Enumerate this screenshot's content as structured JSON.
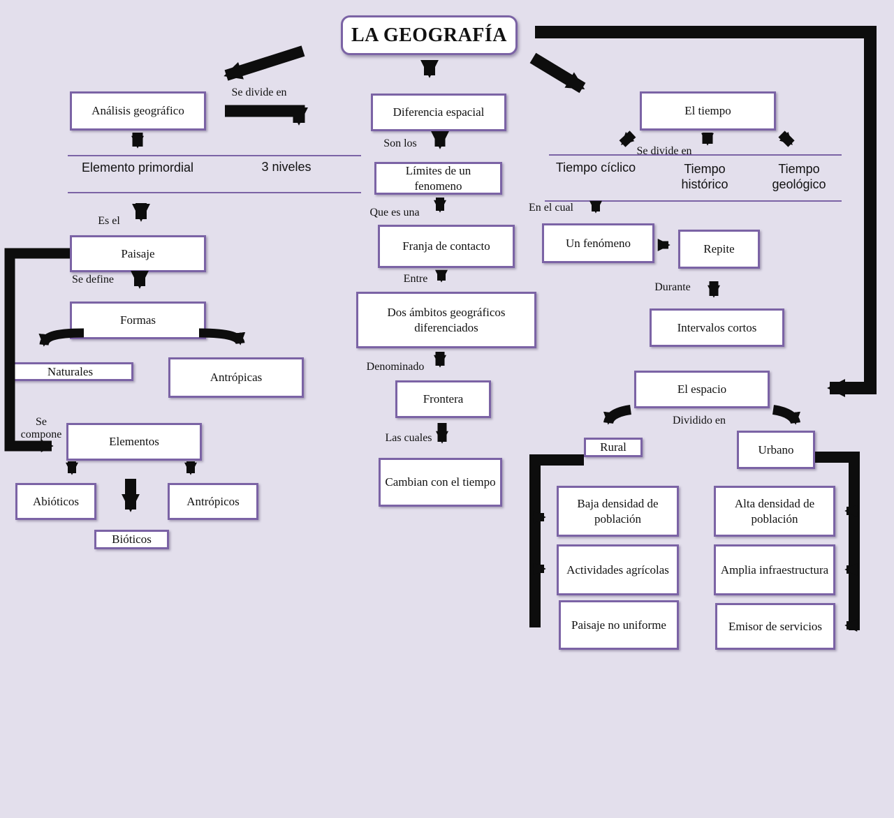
{
  "title": "LA GEOGRAFÍA",
  "colors": {
    "background": "#e3dfec",
    "box_border": "#7b63a5",
    "box_fill": "#ffffff",
    "connector": "#0d0d0d",
    "divider_line": "#7b63a5",
    "text": "#111111"
  },
  "nodes": {
    "analisis_geografico": "Análisis geográfico",
    "elemento_primordial": "Elemento primordial",
    "tres_niveles": "3 niveles",
    "paisaje": "Paisaje",
    "formas": "Formas",
    "naturales": "Naturales",
    "antropicas": "Antrópicas",
    "elementos": "Elementos",
    "abioticos": "Abióticos",
    "antropicos": "Antrópicos",
    "bioticos": "Bióticos",
    "diferencia_espacial": "Diferencia espacial",
    "limites_fenomeno": "Límites de un fenomeno",
    "franja_contacto": "Franja de contacto",
    "dos_ambitos": "Dos ámbitos geográficos diferenciados",
    "frontera": "Frontera",
    "cambian_tiempo": "Cambian con el tiempo",
    "el_tiempo": "El tiempo",
    "tiempo_ciclico": "Tiempo cíclico",
    "tiempo_historico": "Tiempo histórico",
    "tiempo_geologico": "Tiempo geológico",
    "un_fenomeno": "Un fenómeno",
    "repite": "Repite",
    "intervalos_cortos": "Intervalos cortos",
    "el_espacio": "El espacio",
    "rural": "Rural",
    "urbano": "Urbano",
    "baja_densidad": "Baja densidad de población",
    "actividades_agricolas": "Actividades agrícolas",
    "paisaje_no_uniforme": "Paisaje no uniforme",
    "alta_densidad": "Alta densidad de población",
    "amplia_infraestructura": "Amplia infraestructura",
    "emisor_servicios": "Emisor de servicios"
  },
  "edge_labels": {
    "se_divide_en_left": "Se divide en",
    "es_el": "Es el",
    "se_define": "Se define",
    "se_compone": "Se compone",
    "son_los": "Son los",
    "que_es_una": "Que es una",
    "entre": "Entre",
    "denominado": "Denominado",
    "las_cuales": "Las cuales",
    "se_divide_en_right": "Se divide en",
    "en_el_cual": "En el cual",
    "durante": "Durante",
    "dividido_en": "Dividido en"
  }
}
